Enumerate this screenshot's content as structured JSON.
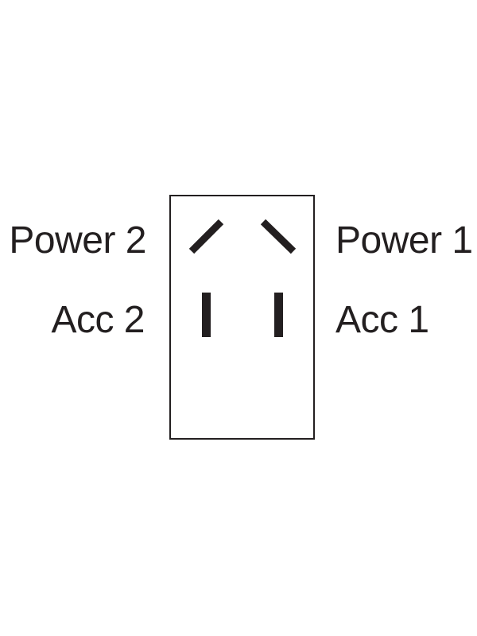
{
  "diagram": {
    "type": "switch-pin-layout",
    "labels": {
      "power_2": "Power 2",
      "acc_2": "Acc 2",
      "power_1": "Power 1",
      "acc_1": "Acc 1"
    },
    "colors": {
      "line": "#231f20",
      "background": "#ffffff"
    }
  }
}
